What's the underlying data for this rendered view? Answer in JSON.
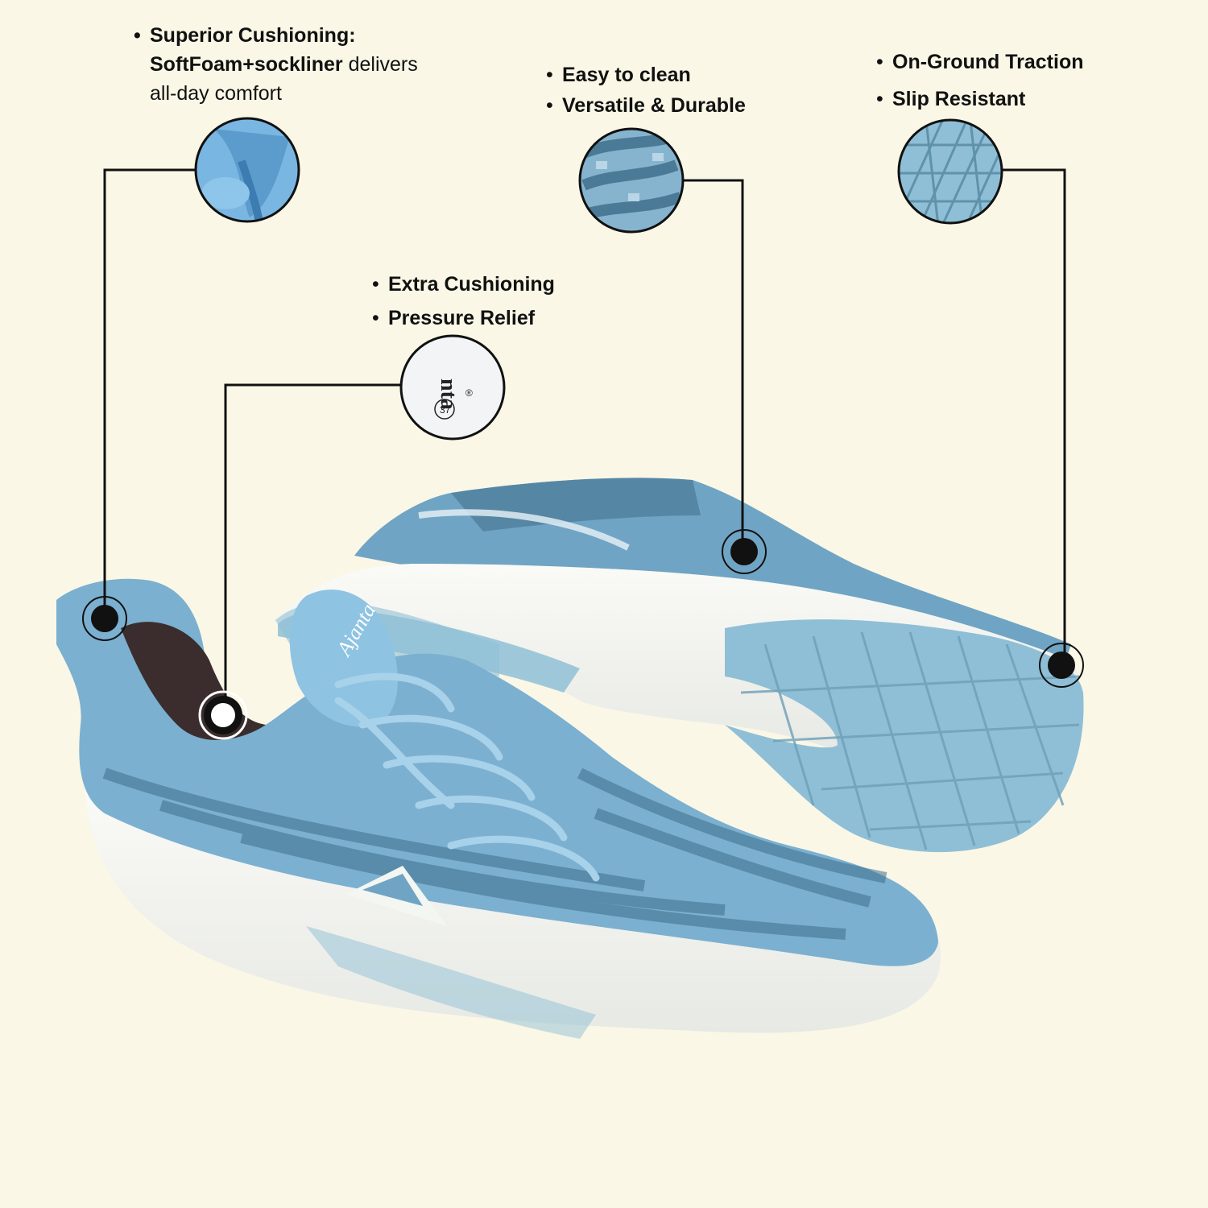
{
  "colors": {
    "background": "#faf7e6",
    "line": "#111111",
    "shoe_light": "#8bbedd",
    "shoe_mid": "#6fa4c4",
    "shoe_dark": "#3f6f8c",
    "sole_white": "#f3f3ee",
    "outsole_blue": "#8fbfd6"
  },
  "callouts": {
    "cushioning": {
      "title": "Superior Cushioning:",
      "bold_part": "SoftFoam+sockliner",
      "rest_part": " delivers",
      "line3": "all-day comfort",
      "icon": "foam-detail-icon"
    },
    "upper": {
      "items": [
        "Easy to clean",
        "Versatile & Durable"
      ],
      "icon": "knit-detail-icon"
    },
    "outsole": {
      "items": [
        "On-Ground Traction",
        "Slip Resistant"
      ],
      "icon": "tread-detail-icon"
    },
    "insole": {
      "items": [
        "Extra Cushioning",
        "Pressure Relief"
      ],
      "icon": "insole-detail-icon",
      "logo_text": "nta",
      "size_text": "37",
      "reg_mark": "®"
    }
  },
  "product": {
    "brand": "Ajanta"
  }
}
